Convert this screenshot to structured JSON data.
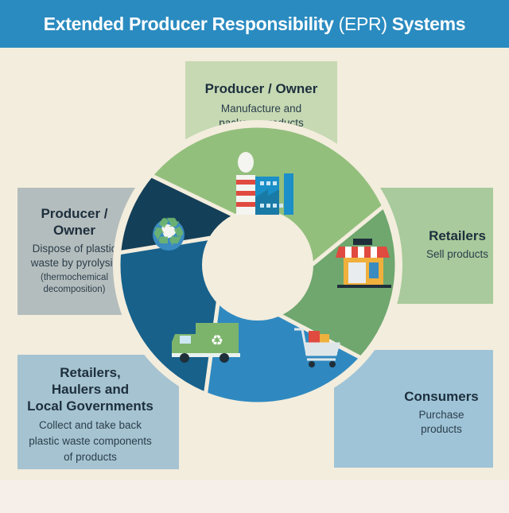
{
  "header": {
    "title_bold_1": "Extended Producer Responsibility",
    "title_light": "(EPR)",
    "title_bold_2": "Systems"
  },
  "stages": {
    "producer_owner_top": {
      "title": "Producer / Owner",
      "desc_1": "Manufacture and",
      "desc_2": "package products",
      "icon": "factory-icon"
    },
    "retailers": {
      "title": "Retailers",
      "desc_1": "Sell products",
      "icon": "storefront-icon"
    },
    "consumers": {
      "title": "Consumers",
      "desc_1": "Purchase",
      "desc_2": "products",
      "icon": "shopping-cart-icon"
    },
    "collectors": {
      "title_1": "Retailers,",
      "title_2": "Haulers and",
      "title_3": "Local Governments",
      "desc_1": "Collect and take back",
      "desc_2": "plastic waste components",
      "desc_3": "of products",
      "icon": "recycling-truck-icon"
    },
    "producer_owner_left": {
      "title_1": "Producer /",
      "title_2": "Owner",
      "desc_1": "Dispose of plastic",
      "desc_2": "waste by pyrolysis",
      "note_1": "(thermochemical",
      "note_2": "decomposition)",
      "icon": "recycle-globe-icon"
    }
  },
  "colors": {
    "header": "#2a8bc0",
    "background": "#f3eddd",
    "seg_top": "#93bf7d",
    "seg_right": "#6fa76f",
    "seg_br": "#2f89c0",
    "seg_bl": "#17618b",
    "seg_left": "#143f58"
  }
}
